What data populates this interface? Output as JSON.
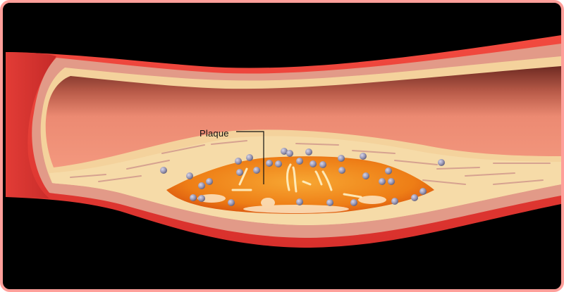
{
  "figure": {
    "subject": "Artery cross-section with plaque buildup",
    "labels": [
      {
        "id": "plaque",
        "text": "Plaque"
      }
    ]
  },
  "colors": {
    "frame_border": "#ff9f9a",
    "background": "#000000",
    "outer_wall": "#e8403a",
    "middle_layer": "#e09a88",
    "inner_layer": "#f4d29a",
    "lumen_dark": "#6b2a22",
    "lumen": "#ee8a74",
    "plaque_core": "#f08a1a",
    "plaque_edge": "#e05a10",
    "cell_particles": "#9a98b4"
  }
}
